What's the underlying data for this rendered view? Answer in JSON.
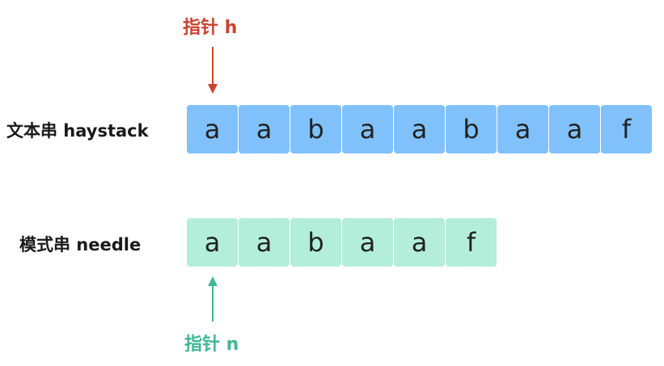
{
  "pointer_h": {
    "label": "指针 h",
    "color": "#c9432c"
  },
  "pointer_n": {
    "label": "指针 n",
    "color": "#3fb891"
  },
  "haystack": {
    "label": "文本串 haystack",
    "chars": [
      "a",
      "a",
      "b",
      "a",
      "a",
      "b",
      "a",
      "a",
      "f"
    ],
    "color": "#80c1fb"
  },
  "needle": {
    "label": "模式串 needle",
    "chars": [
      "a",
      "a",
      "b",
      "a",
      "a",
      "f"
    ],
    "color": "#b3eedb"
  }
}
